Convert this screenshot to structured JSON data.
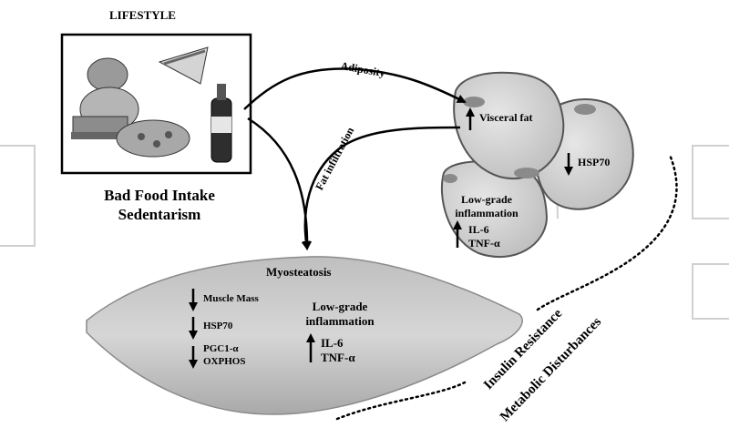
{
  "lifestyle": {
    "title": "LIFESTYLE",
    "line1": "Bad Food Intake",
    "line2": "Sedentarism",
    "illustration": "cartoon-overeating-person-with-pie-pizza-bottle"
  },
  "arrows": {
    "adiposity": "Adiposity",
    "fat_infiltration": "Fat infiltration"
  },
  "adipose": {
    "visceral_fat": "Visceral fat",
    "hsp70": "HSP70",
    "low_grade_1": "Low-grade",
    "low_grade_2": "inflammation",
    "il6": "IL-6",
    "tnf": "TNF-α"
  },
  "muscle": {
    "title": "Myosteatosis",
    "muscle_mass": "Muscle Mass",
    "hsp70": "HSP70",
    "pgc1": "PGC1-α",
    "oxphos": "OXPHOS",
    "low_grade_1": "Low-grade",
    "low_grade_2": "inflammation",
    "il6": "IL-6",
    "tnf": "TNF-α"
  },
  "outcome": {
    "line1": "Insulin Resistance",
    "line2": "Metabolic Disturbances"
  },
  "colors": {
    "cell_fill": "#d9d9d9",
    "cell_stroke": "#5a5a5a",
    "muscle_fill": "#c8c8c8",
    "background_deco": "#cfcfcf"
  }
}
